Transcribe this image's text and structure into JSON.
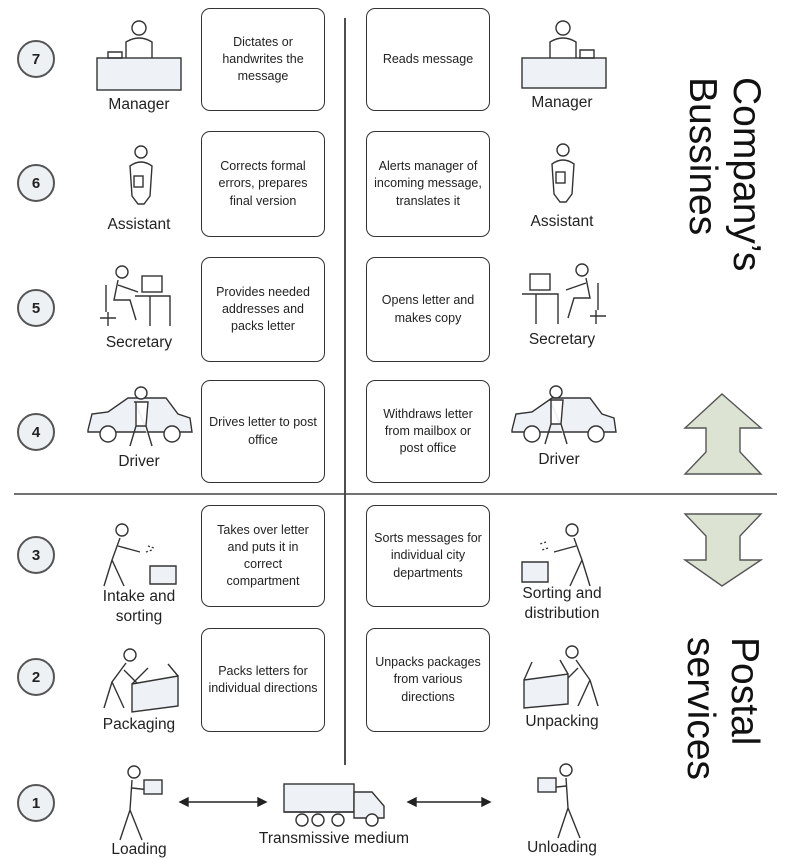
{
  "rows": [
    {
      "number": "7",
      "sender_task": "Dictates or handwrites the message",
      "receiver_task": "Reads message",
      "sender_label": "Manager",
      "receiver_label": "Manager"
    },
    {
      "number": "6",
      "sender_task": "Corrects formal errors, prepares final version",
      "receiver_task": "Alerts manager of incoming message, translates it",
      "sender_label": "Assistant",
      "receiver_label": "Assistant"
    },
    {
      "number": "5",
      "sender_task": "Provides needed addresses and packs letter",
      "receiver_task": "Opens letter and makes copy",
      "sender_label": "Secretary",
      "receiver_label": "Secretary"
    },
    {
      "number": "4",
      "sender_task": "Drives letter to post office",
      "receiver_task": "Withdraws letter from mailbox or post office",
      "sender_label": "Driver",
      "receiver_label": "Driver"
    },
    {
      "number": "3",
      "sender_task": "Takes over letter and puts it in correct compartment",
      "receiver_task": "Sorts messages for individual city departments",
      "sender_label": "Intake and sorting",
      "receiver_label": "Sorting and distribution"
    },
    {
      "number": "2",
      "sender_task": "Packs letters for individual directions",
      "receiver_task": "Unpacks packages from various directions",
      "sender_label": "Packaging",
      "receiver_label": "Unpacking"
    },
    {
      "number": "1",
      "sender_label": "Loading",
      "receiver_label": "Unloading",
      "medium_label": "Transmissive medium"
    }
  ],
  "sections": {
    "company": {
      "line1": "Company’s",
      "line2": "Bussines"
    },
    "postal": {
      "line1": "Postal",
      "line2": "services"
    }
  },
  "colors": {
    "arrow_fill": "#dde3d2",
    "border": "#333333",
    "circle_fill": "#eef1f4"
  },
  "icons": [
    "manager-desk-icon",
    "assistant-icon",
    "secretary-desk-icon",
    "car-driver-icon",
    "sorting-worker-icon",
    "packing-worker-icon",
    "loading-worker-icon",
    "truck-icon",
    "double-arrow-icon",
    "up-arrow-icon",
    "down-arrow-icon"
  ]
}
